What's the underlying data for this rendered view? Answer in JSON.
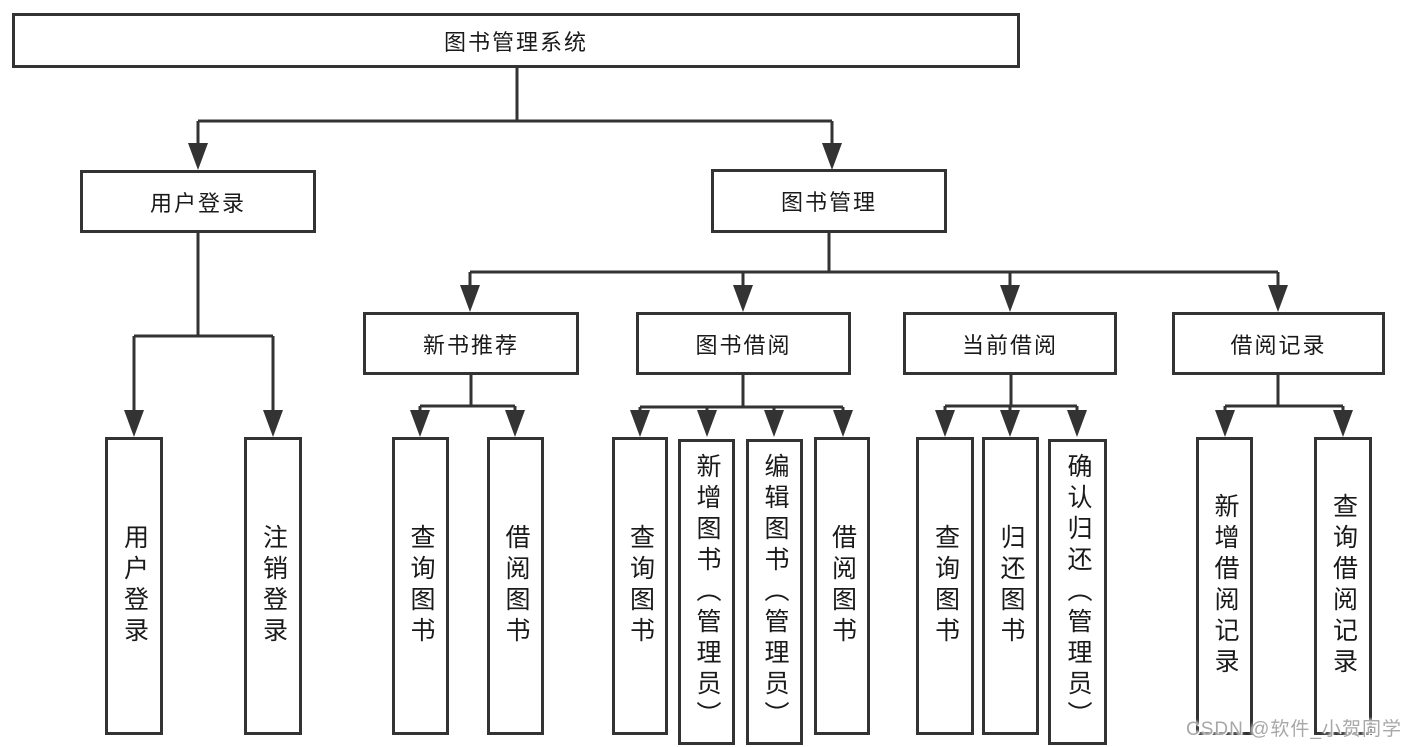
{
  "diagram": {
    "root": {
      "label": "图书管理系统"
    },
    "level2": [
      {
        "label": "用户登录"
      },
      {
        "label": "图书管理"
      }
    ],
    "level3": [
      {
        "label": "新书推荐"
      },
      {
        "label": "图书借阅"
      },
      {
        "label": "当前借阅"
      },
      {
        "label": "借阅记录"
      }
    ],
    "leaves": {
      "login": [
        {
          "label": "用户登录"
        },
        {
          "label": "注销登录"
        }
      ],
      "recommend": [
        {
          "label": "查询图书"
        },
        {
          "label": "借阅图书"
        }
      ],
      "borrow": [
        {
          "label": "查询图书"
        },
        {
          "label": "新增图书（管理员）"
        },
        {
          "label": "编辑图书（管理员）"
        },
        {
          "label": "借阅图书"
        }
      ],
      "current": [
        {
          "label": "查询图书"
        },
        {
          "label": "归还图书"
        },
        {
          "label": "确认归还（管理员）"
        }
      ],
      "records": [
        {
          "label": "新增借阅记录"
        },
        {
          "label": "查询借阅记录"
        }
      ]
    },
    "colors": {
      "line": "#333333",
      "text": "#1a1a1a",
      "background": "#ffffff",
      "watermark": "#a8a8a8"
    }
  },
  "watermark": {
    "text": "CSDN @软件_小贺同学"
  }
}
